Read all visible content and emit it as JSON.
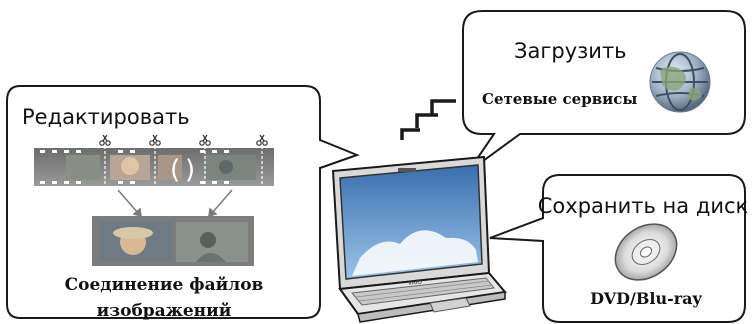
{
  "edit": {
    "title": "Редактировать",
    "caption_line1": "Соединение файлов",
    "caption_line2": "изображений"
  },
  "upload": {
    "title": "Загрузить",
    "subtitle": "Сетевые сервисы"
  },
  "save": {
    "title": "Сохранить на диск",
    "subtitle": "DVD/Blu-ray"
  },
  "laptop": {
    "brand": "VAIO"
  },
  "icons": {
    "globe": "globe-icon",
    "disc": "disc-icon",
    "wireless": "wireless-signal-icon",
    "scissors": "scissors-icon"
  }
}
